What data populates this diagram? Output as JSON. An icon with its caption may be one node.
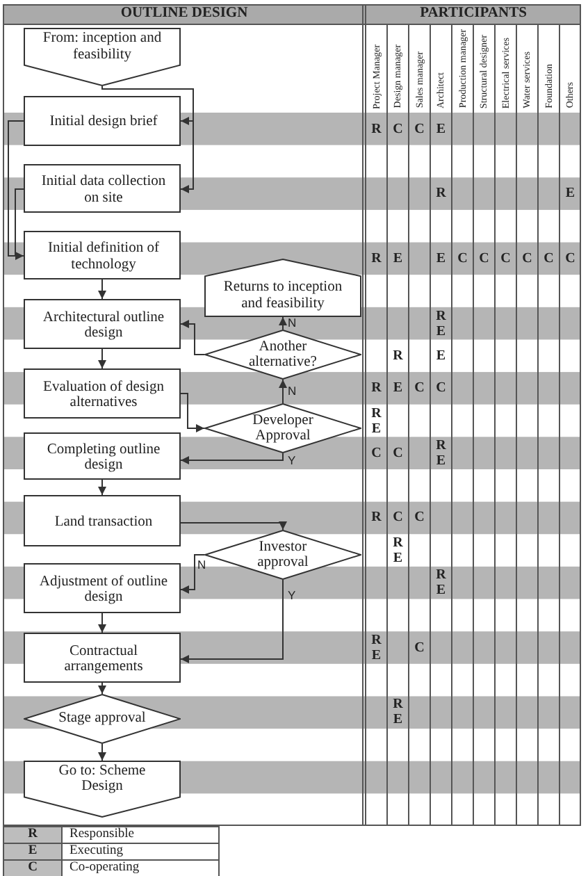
{
  "diagram": {
    "nodes": [
      {
        "text": [
          "From: inception and feasibility"
        ]
      },
      {
        "text": [
          "Initial design brief"
        ]
      },
      {
        "text": [
          "Initial data collection on site"
        ]
      },
      {
        "text": [
          "Initial definition of technology"
        ]
      },
      {
        "text": [
          "Returns to inception and feasibility"
        ]
      },
      {
        "text": [
          "Architectural outline design"
        ]
      },
      {
        "text": [
          "Another alternative?"
        ]
      },
      {
        "text": [
          "Evaluation of design alternatives"
        ]
      },
      {
        "text": [
          "Developer Approval"
        ]
      },
      {
        "text": [
          "Completing outline design"
        ]
      },
      {
        "text": [
          "Land transaction"
        ]
      },
      {
        "text": [
          "Investor approval"
        ]
      },
      {
        "text": [
          "Adjustment of outline design"
        ]
      },
      {
        "text": [
          "Contractual arrangements"
        ]
      },
      {
        "text": [
          "Stage approval"
        ]
      },
      {
        "text": [
          "Go to: Scheme Design"
        ]
      }
    ],
    "edges": [
      {
        "from": 0,
        "to": 1,
        "arrow": "to"
      },
      {
        "from": 0,
        "to": 2,
        "arrow": "to"
      },
      {
        "from": 1,
        "to": 3,
        "arrow": "to"
      },
      {
        "from": 2,
        "to": 3,
        "arrow": "to"
      },
      {
        "from": 3,
        "to": 5,
        "arrow": "to"
      },
      {
        "from": 6,
        "to": 4,
        "arrow": "to",
        "label": "N"
      },
      {
        "from": 6,
        "to": 5,
        "arrow": "to"
      },
      {
        "from": 5,
        "to": 7,
        "arrow": "to"
      },
      {
        "from": 7,
        "to": 8,
        "arrow": "to"
      },
      {
        "from": 8,
        "to": 6,
        "arrow": "to",
        "label": "N"
      },
      {
        "from": 8,
        "to": 9,
        "arrow": "to",
        "label": "Y"
      },
      {
        "from": 9,
        "to": 10,
        "arrow": "to"
      },
      {
        "from": 10,
        "to": 11,
        "arrow": "to"
      },
      {
        "from": 11,
        "to": 12,
        "arrow": "to",
        "label": "N"
      },
      {
        "from": 11,
        "to": 13,
        "arrow": "to",
        "label": "Y"
      },
      {
        "from": 12,
        "to": 13,
        "arrow": "to"
      },
      {
        "from": 13,
        "to": 14,
        "arrow": "to"
      },
      {
        "from": 14,
        "to": 15,
        "arrow": "to"
      }
    ],
    "labels": [
      "OUTLINE DESIGN",
      "PARTICIPANTS",
      "Project Manager",
      "Design manager",
      "Sales manager",
      "Architect",
      "Production manager",
      "Structural designer",
      "Electrical services",
      "Water services",
      "Foundation",
      "Others",
      "R",
      "C",
      "C",
      "E",
      "R",
      "E",
      "R",
      "E",
      "E",
      "C",
      "C",
      "C",
      "C",
      "C",
      "C",
      "R E",
      "R",
      "E",
      "R",
      "E",
      "C",
      "C",
      "R E",
      "C",
      "C",
      "R E",
      "R",
      "C",
      "C",
      "R E",
      "R E",
      "R E",
      "C",
      "R E",
      "R",
      "Responsible",
      "E",
      "Executing",
      "C",
      "Co-operating"
    ]
  }
}
